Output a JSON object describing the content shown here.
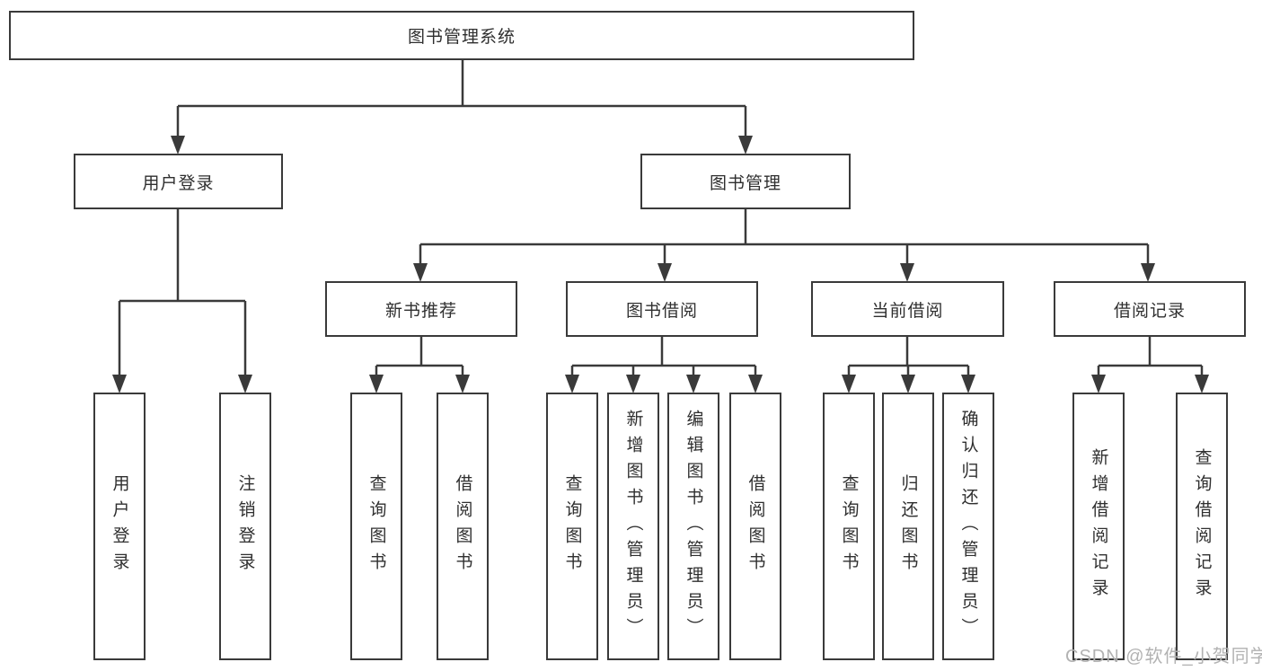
{
  "diagram": {
    "root": {
      "label": "图书管理系统"
    },
    "branches": {
      "user_login": {
        "label": "用户登录",
        "children": [
          "用户登录",
          "注销登录"
        ]
      },
      "book_management": {
        "label": "图书管理",
        "sections": {
          "new_book_recommend": {
            "label": "新书推荐",
            "children": [
              "查询图书",
              "借阅图书"
            ]
          },
          "book_borrow": {
            "label": "图书借阅",
            "children": [
              "查询图书",
              "新增图书（管理员）",
              "编辑图书（管理员）",
              "借阅图书"
            ]
          },
          "current_borrow": {
            "label": "当前借阅",
            "children": [
              "查询图书",
              "归还图书",
              "确认归还（管理员）"
            ]
          },
          "borrow_records": {
            "label": "借阅记录",
            "children": [
              "新增借阅记录",
              "查询借阅记录"
            ]
          }
        }
      }
    },
    "watermark": "CSDN @软件_小贺同学",
    "colors": {
      "line": "#3a3a3a",
      "text": "#2f2f2f",
      "watermark": "#b2b2b2",
      "background": "#ffffff"
    }
  }
}
